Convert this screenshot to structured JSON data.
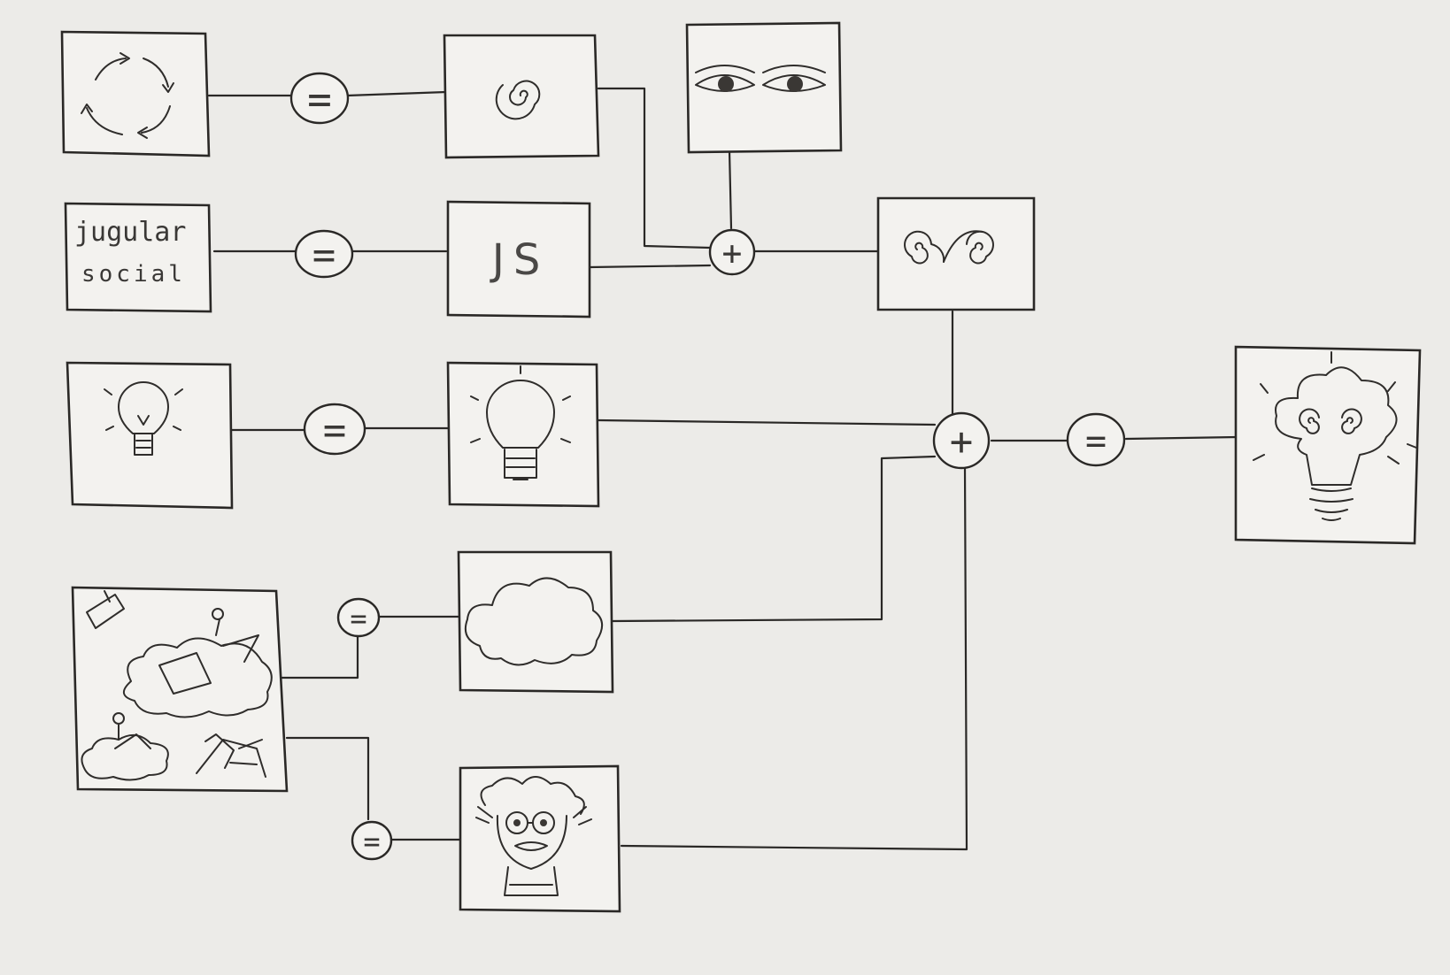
{
  "diagram": {
    "nodes": [
      {
        "id": "cycle",
        "icon": "cycle-arrows-icon"
      },
      {
        "id": "spiral",
        "icon": "spiral-icon"
      },
      {
        "id": "eyes",
        "icon": "eyes-icon"
      },
      {
        "id": "jugular-social",
        "lines": [
          "jugular",
          "social"
        ]
      },
      {
        "id": "js-logo",
        "text": "JS"
      },
      {
        "id": "double-spiral",
        "icon": "double-spiral-icon"
      },
      {
        "id": "bulb-small",
        "icon": "lightbulb-icon"
      },
      {
        "id": "bulb-large",
        "icon": "lightbulb-icon"
      },
      {
        "id": "cloud-scene",
        "icon": "cloud-people-scene-icon"
      },
      {
        "id": "cloud",
        "icon": "cloud-icon"
      },
      {
        "id": "professor",
        "icon": "professor-face-icon"
      },
      {
        "id": "result",
        "icon": "cloud-bulb-spiral-icon"
      }
    ],
    "operators": {
      "equals": "=",
      "plus": "+"
    },
    "edges": [
      [
        "cycle",
        "spiral"
      ],
      [
        "jugular-social",
        "js-logo"
      ],
      [
        "bulb-small",
        "bulb-large"
      ],
      [
        "cloud-scene",
        "cloud"
      ],
      [
        "cloud-scene",
        "professor"
      ],
      [
        "spiral",
        "double-spiral"
      ],
      [
        "eyes",
        "double-spiral"
      ],
      [
        "js-logo",
        "double-spiral"
      ],
      [
        "double-spiral",
        "result"
      ],
      [
        "bulb-large",
        "result"
      ],
      [
        "cloud",
        "result"
      ],
      [
        "professor",
        "result"
      ]
    ]
  }
}
